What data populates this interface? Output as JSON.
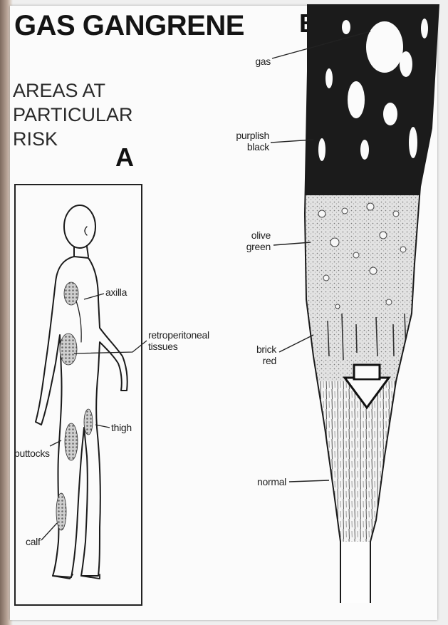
{
  "title": "GAS GANGRENE",
  "panel_a": {
    "letter": "A",
    "heading_lines": [
      "AREAS AT",
      "PARTICULAR",
      "RISK"
    ],
    "labels": {
      "axilla": "axilla",
      "retroperitoneal_1": "retroperitoneal",
      "retroperitoneal_2": "tissues",
      "thigh": "thigh",
      "buttocks": "buttocks",
      "calf": "calf"
    }
  },
  "panel_b": {
    "letter": "B",
    "labels": {
      "gas": "gas",
      "purplish_1": "purplish",
      "purplish_2": "black",
      "olive_1": "olive",
      "olive_2": "green",
      "brick_1": "brick",
      "brick_2": "red",
      "normal": "normal"
    }
  },
  "colors": {
    "ink": "#141414",
    "black_zone": "#1b1b1b",
    "olive_zone": "#d9d9d9",
    "paper": "#fbfbfb"
  }
}
